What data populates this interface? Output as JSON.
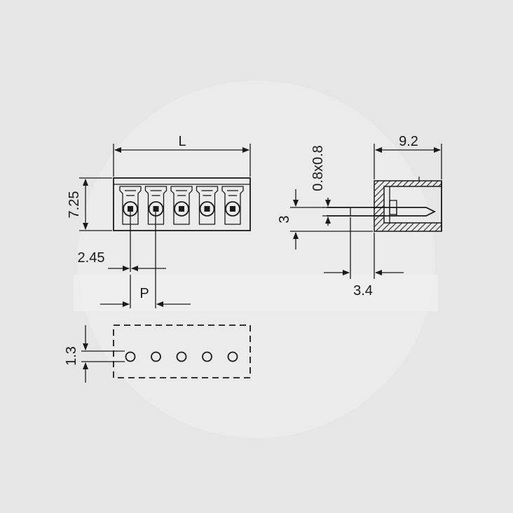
{
  "dimensions": {
    "length": "L",
    "height": "7.25",
    "offset": "2.45",
    "pitch": "P",
    "pin_offset": "1.3",
    "pin_size": "0.8x0.8",
    "pin_height": "3",
    "pin_length": "3.4",
    "depth": "9.2"
  },
  "colors": {
    "background": "#e6e6e6",
    "line": "#1a1a1a",
    "watermark": "#f1f1f1"
  },
  "pin_count": 5
}
